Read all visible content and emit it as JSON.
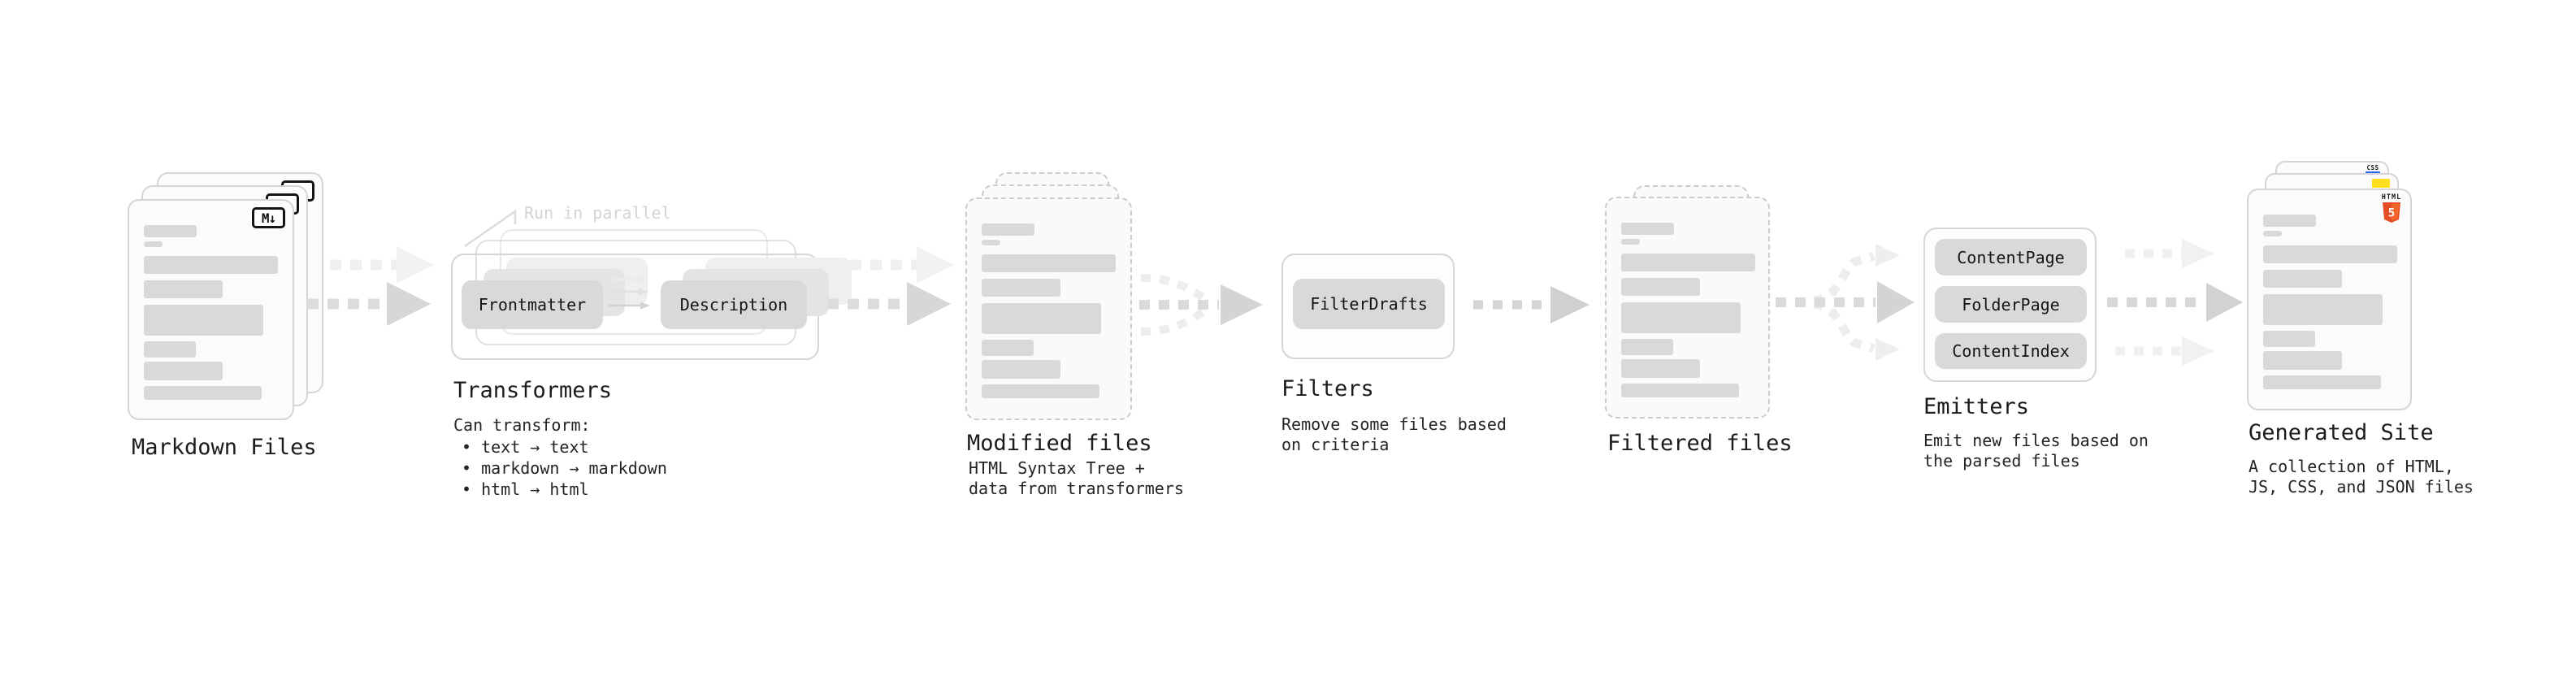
{
  "figure": {
    "title": "Static site generation pipeline"
  },
  "colors": {
    "html5_orange": "#e44d26",
    "html5_orange_light": "#f16529",
    "js_yellow": "#ffdf1e",
    "css_blue": "#2b62f0"
  },
  "stages": {
    "markdown_files": {
      "label": "Markdown Files",
      "badge": "M↓"
    },
    "transformers": {
      "label": "Transformers",
      "annotation": "Run in parallel",
      "chips": [
        "Frontmatter",
        "Description"
      ],
      "caption_title": "Can transform:",
      "bullets": [
        "• text → text",
        "• markdown → markdown",
        "• html → html"
      ]
    },
    "modified_files": {
      "label": "Modified files",
      "caption": [
        "HTML Syntax Tree +",
        "data from transformers"
      ]
    },
    "filters": {
      "label": "Filters",
      "chips": [
        "FilterDrafts"
      ],
      "caption": [
        "Remove some files based",
        "on criteria"
      ]
    },
    "filtered_files": {
      "label": "Filtered files"
    },
    "emitters": {
      "label": "Emitters",
      "chips": [
        "ContentPage",
        "FolderPage",
        "ContentIndex"
      ],
      "caption": [
        "Emit new files based on",
        "the parsed files"
      ]
    },
    "generated_site": {
      "label": "Generated Site",
      "caption": [
        "A collection of HTML,",
        "JS, CSS, and JSON files"
      ],
      "badges": {
        "html_label": "HTML",
        "html_number": "5",
        "css_label": "CSS"
      }
    }
  }
}
